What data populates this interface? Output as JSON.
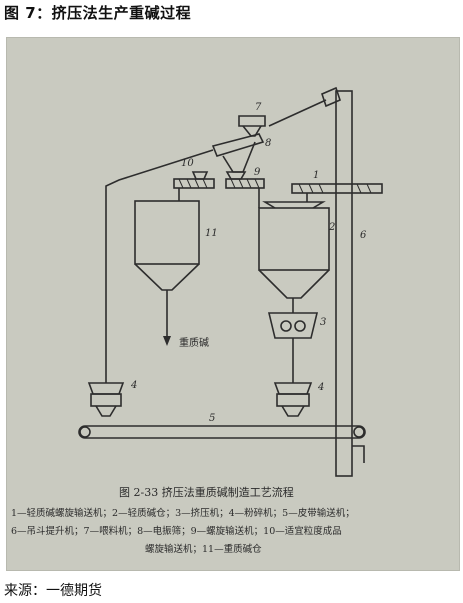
{
  "header": {
    "title": "图 7：挤压法生产重碱过程"
  },
  "figure": {
    "caption": "图 2-33  挤压法重质碱制造工艺流程",
    "legend_lines": [
      "1—轻质碱螺旋输送机；2—轻质碱仓；3—挤压机；4—粉碎机；5—皮带输送机；",
      "6—吊斗提升机；7—喂料机；8—电振筛；9—螺旋输送机；10—适宜粒度成品",
      "螺旋输送机；11—重质碱仓"
    ],
    "product_label": "重质碱",
    "labels": [
      "1",
      "2",
      "3",
      "4",
      "4",
      "5",
      "6",
      "7",
      "8",
      "9",
      "10",
      "11"
    ],
    "line_color": "#2d2d2d",
    "background_color": "#c9cac0"
  },
  "footer": {
    "source": "来源：一德期货"
  }
}
